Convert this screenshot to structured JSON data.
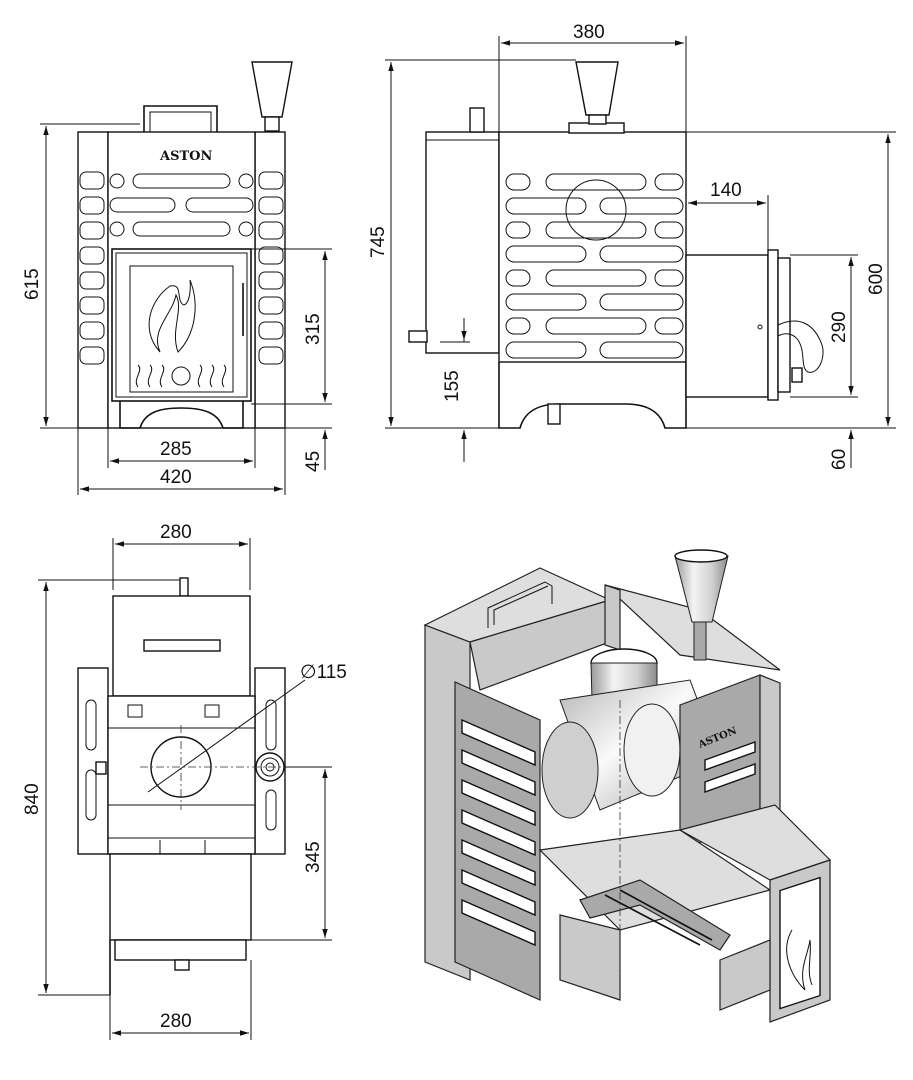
{
  "front_view": {
    "logo": "ASTON",
    "dims": {
      "height_total": "615",
      "width_inner": "285",
      "width_outer": "420",
      "door_height": "315",
      "base": "45"
    }
  },
  "side_view": {
    "dims": {
      "top_width": "380",
      "height_total": "745",
      "tunnel_depth": "140",
      "height_body": "600",
      "tunnel_height": "290",
      "bottom_offset": "155",
      "tunnel_bottom": "60"
    }
  },
  "top_view": {
    "dims": {
      "top_width": "280",
      "depth_total": "840",
      "chimney_diameter": "115",
      "tunnel_length": "345",
      "bottom_width": "280"
    }
  }
}
